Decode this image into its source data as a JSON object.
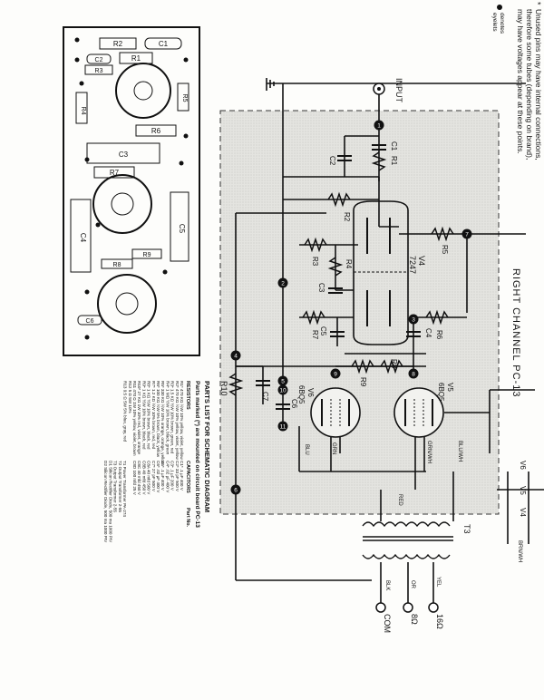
{
  "notes": {
    "asterisk_note": "Unused pins may have internal connections, therefore some tubes (depending on brand), may have voltages appear at these points.",
    "eyelet_legend": "denotes eyelets"
  },
  "channel_label": "RIGHT CHANNEL PC-13",
  "input_label": "INPUT",
  "tubes": {
    "v4": {
      "ref": "V4",
      "type": "7247"
    },
    "v5": {
      "ref": "V5",
      "type": "6BQ5"
    },
    "v6": {
      "ref": "V6",
      "type": "6BQ5"
    }
  },
  "components": {
    "c1": "C1",
    "c2": "C2",
    "c3": "C3",
    "c4": "C4",
    "c5": "C5",
    "c6": "C6",
    "c7": "C7",
    "r1": "R1",
    "r2": "R2",
    "r3": "R3",
    "r4": "R4",
    "r5": "R5",
    "r6": "R6",
    "r7": "R7",
    "r8": "R8",
    "r9": "R9",
    "r10": "R10"
  },
  "transformer": "T3",
  "wire_colors": {
    "blu": "BLU",
    "grn": "GRN",
    "grn_wh": "GRN/WH",
    "blu_wh": "BLU/WH",
    "red": "RED",
    "blk": "BLK",
    "or": "OR",
    "yel": "YEL",
    "brn_wh": "BRN/WH"
  },
  "outputs": {
    "com": "COM",
    "ohm8": "8Ω",
    "ohm16": "16Ω"
  },
  "eyelets": [
    "1",
    "2",
    "3",
    "4",
    "5",
    "6",
    "7",
    "8",
    "9",
    "10",
    "11"
  ],
  "side_tubes": {
    "v6": "V6",
    "v5": "V5",
    "v4": "V4"
  },
  "parts_list": {
    "title": "PARTS LIST FOR SCHEMATIC DIAGRAM",
    "subtitle": "Parts marked (*) are mounted on circuit board PC-13",
    "resistors_header": "RESISTORS",
    "capacitors_header": "CAPACITORS",
    "part_no_header": "Part No.",
    "resistors": [
      "R1*  470 KΩ  ½W  10%  yellow, violet, yellow",
      "R2*  470 KΩ  ½W  10%  yellow, violet, yellow",
      "R3*  1.5 KΩ  ½W  10%  brown, green, red",
      "R4*  1 MΩ  ½W  10%  brown, black, green",
      "R5*  330 KΩ  ½W  10%  orange, orange, yellow",
      "R6*  100 KΩ  ½W  5%  brown, black, yellow",
      "R7*  1.2 KΩ  ½W  10%  brown, red, red",
      "R8*  1 KΩ  ½W  10%  brown, black, red",
      "R9*  1 KΩ  ½W  10%  brown, black, red",
      "R10* 27 KΩ  1W  10%  red, violet, orange",
      "R11  470 Ω  1W  10%  yellow, violet, brown",
      "R12  5 Ω  5W  10%",
      "R13  9.5 Ω  5W  5%  blue, gray, red"
    ],
    "capacitors": [
      "C1*  .1 μF  400 V",
      "C2*  33 pF  500 V",
      "C3*  .1 μF  200 V",
      "C4*  .02 μF  400 V",
      "C5*  .1 μF  400 V",
      "C6*  .02 μF  400 V",
      "C7*  27 pF  500 V",
      "C8A  40 mfd  500 V",
      "C8B  40 mfd  450 V",
      "C8C  40 mfd  450 V",
      "C8D  100 mfd  25 V"
    ],
    "other": [
      "T1  Power Transformer  PA-274",
      "T2  Output Transformer  2-55",
      "T3  Output Transformer  2-55",
      "D1  Silicon Rectifier Diode, 500 ma 1000 PIV",
      "D2  Silicon Rectifier Diode, 500 ma 1000 PIV"
    ]
  }
}
